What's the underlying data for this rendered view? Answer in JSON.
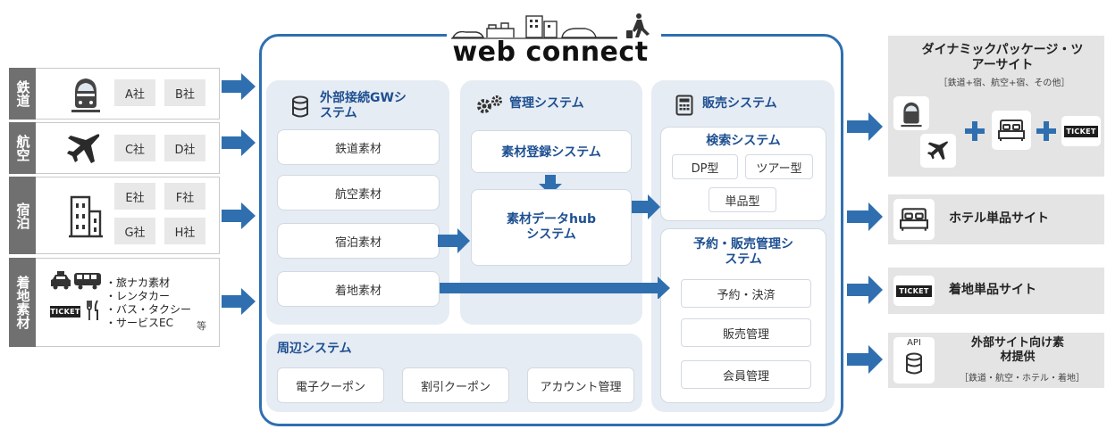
{
  "brand": {
    "name": "web connect"
  },
  "suppliers": [
    {
      "label": "鉄道",
      "companies": [
        "A社",
        "B社"
      ]
    },
    {
      "label": "航空",
      "companies": [
        "C社",
        "D社"
      ]
    },
    {
      "label": "宿泊",
      "companies": [
        "E社",
        "F社",
        "G社",
        "H社"
      ]
    },
    {
      "label": "着地素材",
      "items": [
        "旅ナカ素材",
        "レンタカー",
        "バス・タクシー",
        "サービスEC"
      ],
      "etc": "等"
    }
  ],
  "ticket_text": "TICKET",
  "gw": {
    "title": "外部接続GWシステム",
    "items": [
      "鉄道素材",
      "航空素材",
      "宿泊素材",
      "着地素材"
    ]
  },
  "kanri": {
    "title": "管理システム",
    "sozai_toroku": "素材登録システム",
    "hub": "素材データhubシステム"
  },
  "hanbai": {
    "title": "販売システム",
    "kensaku": {
      "title": "検索システム",
      "types": [
        "DP型",
        "ツアー型",
        "単品型"
      ]
    },
    "yoyaku": {
      "title": "予約・販売管理システム",
      "items": [
        "予約・決済",
        "販売管理",
        "会員管理"
      ]
    }
  },
  "shuhen": {
    "title": "周辺システム",
    "items": [
      "電子クーポン",
      "割引クーポン",
      "アカウント管理"
    ]
  },
  "outputs": [
    {
      "title": "ダイナミックパッケージ・ツアーサイト",
      "sub": "［鉄道+宿、航空+宿、その他］"
    },
    {
      "title": "ホテル単品サイト"
    },
    {
      "title": "着地単品サイト"
    },
    {
      "title": "外部サイト向け素材提供",
      "sub": "［鉄道・航空・ホテル・着地］",
      "api": "API"
    }
  ],
  "colors": {
    "frame": "#2f6fb0",
    "arrow": "#2f6fb0",
    "panel": "#e6ecf3",
    "label_bg": "#707070"
  }
}
